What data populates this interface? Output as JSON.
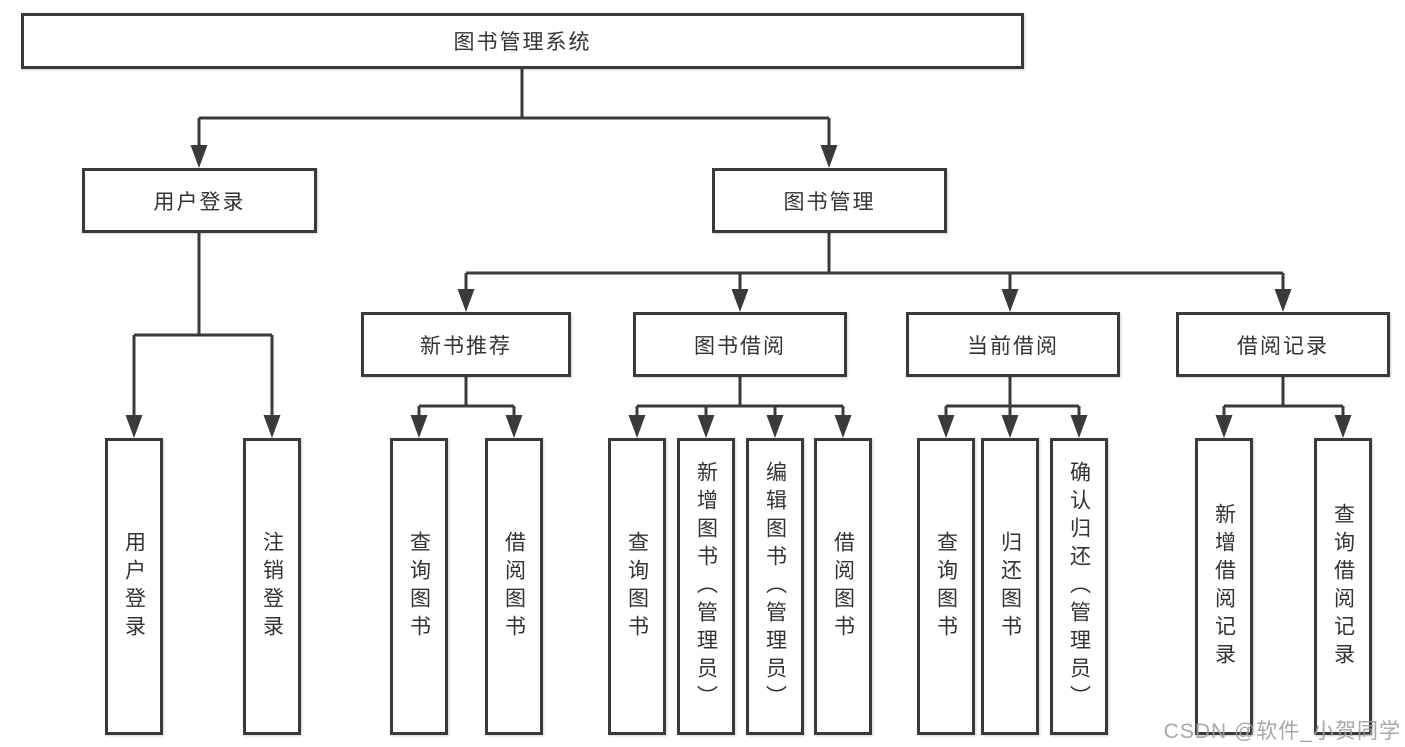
{
  "colors": {
    "line": "#3a3a3a",
    "box_border": "#3a3a3a",
    "text": "#333333",
    "watermark": "#9e9e9e",
    "background": "#ffffff"
  },
  "watermark": "CSDN @软件_小贺同学",
  "nodes": {
    "root": "图书管理系统",
    "user_login": "用户登录",
    "book_mgmt": "图书管理",
    "new_book_rec": "新书推荐",
    "book_borrow": "图书借阅",
    "current_borrow": "当前借阅",
    "borrow_records": "借阅记录",
    "ul_user_login": "用户登录",
    "ul_logout": "注销登录",
    "nbr_query_books": "查询图书",
    "nbr_borrow_books": "借阅图书",
    "bb_query_books": "查询图书",
    "bb_add_books": "新增图书（管理员）",
    "bb_edit_books": "编辑图书（管理员）",
    "bb_borrow_books": "借阅图书",
    "cb_query_books": "查询图书",
    "cb_return_books": "归还图书",
    "cb_confirm_return": "确认归还（管理员）",
    "br_add_record": "新增借阅记录",
    "br_query_record": "查询借阅记录"
  }
}
